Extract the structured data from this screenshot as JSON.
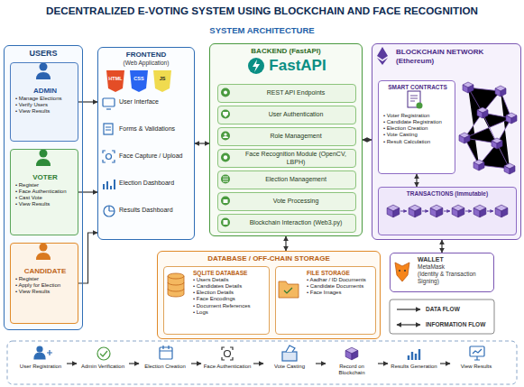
{
  "diagram": {
    "title": "DECENTRALIZED E-VOTING SYSTEM USING BLOCKCHAIN AND FACE RECOGNITION",
    "nodes": [
      {
        "text": [
          "USERS"
        ]
      },
      {
        "text": [
          "ADMIN",
          "• Manage Elections",
          "• Verify Users",
          "• View Results"
        ],
        "in": 0
      },
      {
        "text": [
          "VOTER",
          "• Register",
          "• Face Authentication",
          "• Cast Vote",
          "• View Results"
        ],
        "in": 0
      },
      {
        "text": [
          "CANDIDATE",
          "• Register",
          "• Apply for Election",
          "• View Results"
        ],
        "in": 0
      },
      {
        "text": [
          "FRONTEND",
          "(Web Application)"
        ]
      },
      {
        "text": [
          "BACKEND (FastAPI)",
          "FastAPI"
        ]
      },
      {
        "text": [
          "REST API Endpoints"
        ],
        "in": 5
      },
      {
        "text": [
          "User Authentication"
        ],
        "in": 5
      },
      {
        "text": [
          "Role Management"
        ],
        "in": 5
      },
      {
        "text": [
          "Face Recognition Module (OpenCV, LBPH)"
        ],
        "in": 5
      },
      {
        "text": [
          "Election Management"
        ],
        "in": 5
      },
      {
        "text": [
          "Vote Processing"
        ],
        "in": 5
      },
      {
        "text": [
          "Blockchain Interaction (Web3.py)"
        ],
        "in": 5
      },
      {
        "text": [
          "BLOCKCHAIN NETWORK (Ethereum)"
        ]
      },
      {
        "text": [
          "SMART CONTRACTS",
          "• Voter Registration",
          "• Candidate Registration",
          "• Election Creation",
          "• Vote Casting",
          "• Result Calculation"
        ],
        "in": 13
      },
      {
        "text": [
          "TRANSACTIONS (Immutable)"
        ],
        "in": 13
      },
      {
        "text": [
          "WALLET",
          "MetaMask",
          "(Identity & Transaction Signing)"
        ]
      },
      {
        "text": [
          "DATABASE / OFF-CHAIN STORAGE"
        ]
      },
      {
        "text": [
          "SQLITE DATABASE",
          "• Users Details",
          "• Candidates Details",
          "• Election Details",
          "• Face Encodings",
          "• Document References",
          "• Logs"
        ],
        "in": 17
      },
      {
        "text": [
          "FILE STORAGE",
          "• Aadhar / ID Documents",
          "• Candidate Documents",
          "• Face Images"
        ],
        "in": 17
      },
      {
        "text": [
          "User Registration"
        ]
      },
      {
        "text": [
          "Admin Verification"
        ]
      },
      {
        "text": [
          "Election Creation"
        ]
      },
      {
        "text": [
          "Face Authentication"
        ]
      },
      {
        "text": [
          "Vote Casting"
        ]
      },
      {
        "text": [
          "Record on Blockchain"
        ]
      },
      {
        "text": [
          "Results Generation"
        ]
      },
      {
        "text": [
          "View Results"
        ]
      }
    ],
    "edges": [
      {
        "from": 1,
        "to": 4,
        "arrow": "to"
      },
      {
        "from": 2,
        "to": 4,
        "arrow": "to"
      },
      {
        "from": 3,
        "to": 4,
        "arrow": "to"
      },
      {
        "from": 4,
        "to": 5,
        "arrow": "both"
      },
      {
        "from": 5,
        "to": 13,
        "arrow": "both"
      },
      {
        "from": 14,
        "to": 15,
        "arrow": "both"
      },
      {
        "from": 13,
        "to": 16,
        "arrow": "both"
      },
      {
        "from": 5,
        "to": 17,
        "arrow": "both"
      },
      {
        "from": 20,
        "to": 21,
        "arrow": "to"
      },
      {
        "from": 21,
        "to": 22,
        "arrow": "to"
      },
      {
        "from": 22,
        "to": 23,
        "arrow": "to"
      },
      {
        "from": 23,
        "to": 24,
        "arrow": "to"
      },
      {
        "from": 24,
        "to": 25,
        "arrow": "to"
      },
      {
        "from": 25,
        "to": 26,
        "arrow": "to"
      },
      {
        "from": 26,
        "to": 27,
        "arrow": "to"
      }
    ],
    "labels": [
      "SYSTEM ARCHITECTURE",
      "HTML",
      "CSS",
      "JS",
      "User Interface",
      "Forms & Validations",
      "Face Capture / Upload",
      "Election Dashboard",
      "Results Dashboard"
    ],
    "legend": [
      {
        "text": "DATA FLOW"
      },
      {
        "text": "INFORMATION FLOW"
      }
    ]
  }
}
